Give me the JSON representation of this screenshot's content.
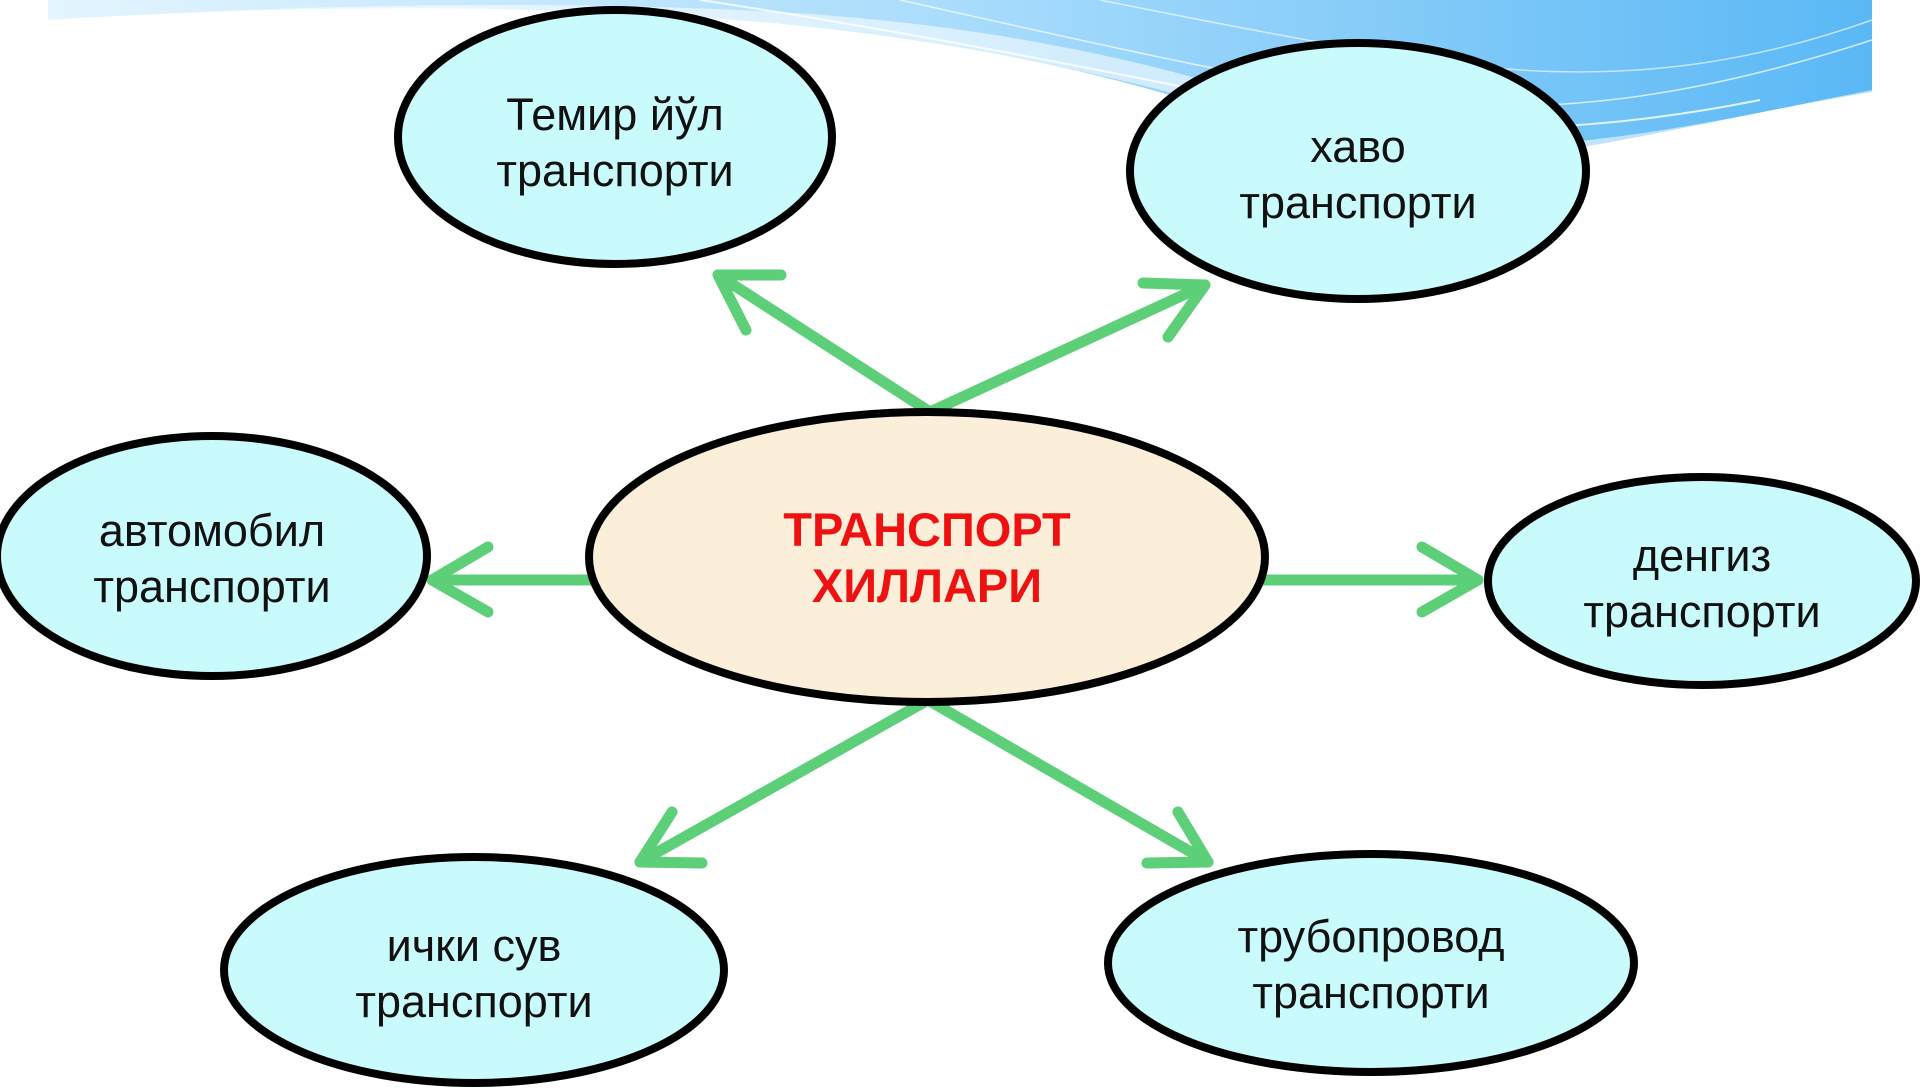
{
  "colors": {
    "node_fill": "#c9fafc",
    "center_fill": "#fcefd9",
    "outline": "#000000",
    "arrow": "#5dcf79",
    "center_text": "#ee1111",
    "banner_light": "#c8ecff",
    "banner_mid": "#8fd0fb",
    "banner_dark": "#55b6f5"
  },
  "center": {
    "line1": "ТРАНСПОРТ",
    "line2": "ХИЛЛАРИ"
  },
  "nodes": {
    "rail": {
      "line1": "Темир йўл",
      "line2": "транспорти"
    },
    "air": {
      "line1": "хаво",
      "line2": "транспорти"
    },
    "auto": {
      "line1": "автомобил",
      "line2": "транспорти"
    },
    "sea": {
      "line1": "денгиз",
      "line2": "транспорти"
    },
    "water": {
      "line1": "ички сув",
      "line2": "транспорти"
    },
    "pipe": {
      "line1": "трубопровод",
      "line2": "транспорти"
    }
  }
}
